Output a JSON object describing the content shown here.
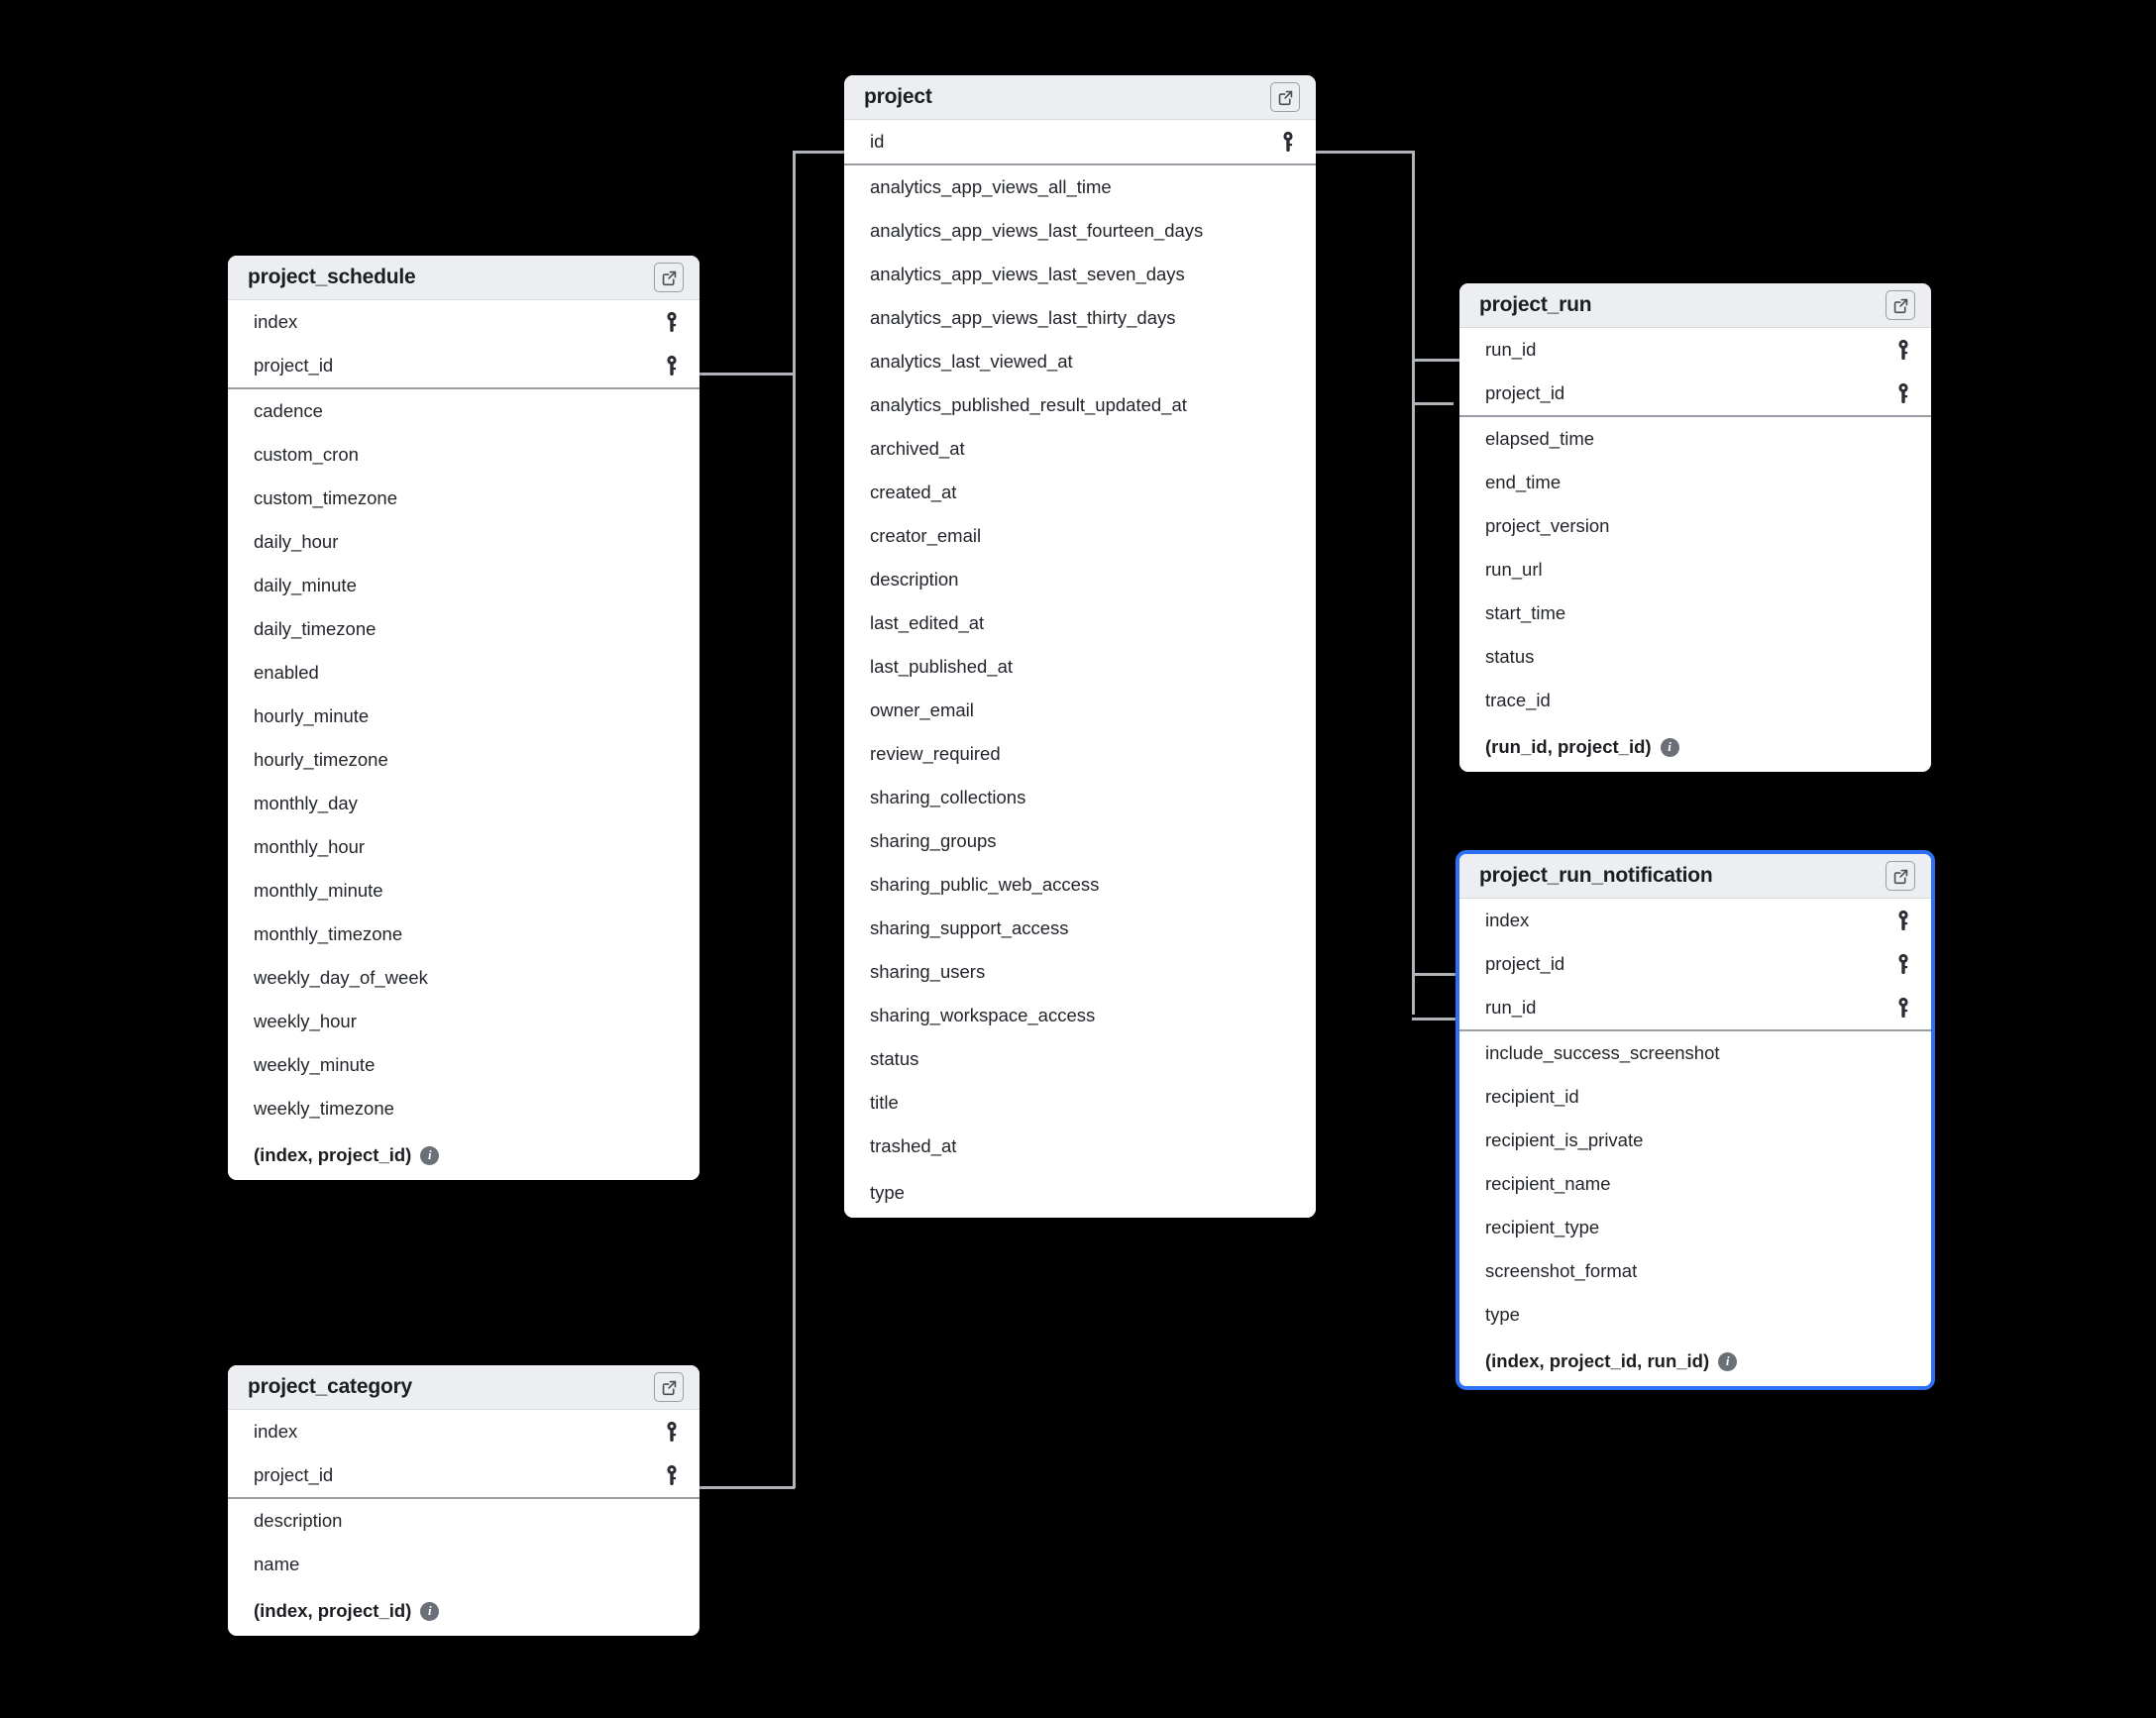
{
  "diagram": {
    "kind": "entity-relationship-schema",
    "canvas_background": "#000000",
    "edge_color": "#b0b3b8",
    "selection_color": "#2d6ff7",
    "header_background": "#eceef1",
    "icons": {
      "open_in_new": "external-link-icon",
      "primary_key": "key-icon",
      "composite_key_info": "info-icon"
    }
  },
  "tables": [
    {
      "id": "project_schedule",
      "title": "project_schedule",
      "selected": false,
      "keys": [
        {
          "name": "index",
          "primary": true
        },
        {
          "name": "project_id",
          "primary": true
        }
      ],
      "fields": [
        "cadence",
        "custom_cron",
        "custom_timezone",
        "daily_hour",
        "daily_minute",
        "daily_timezone",
        "enabled",
        "hourly_minute",
        "hourly_timezone",
        "monthly_day",
        "monthly_hour",
        "monthly_minute",
        "monthly_timezone",
        "weekly_day_of_week",
        "weekly_hour",
        "weekly_minute",
        "weekly_timezone"
      ],
      "footer": "(index, project_id)"
    },
    {
      "id": "project",
      "title": "project",
      "selected": false,
      "keys": [
        {
          "name": "id",
          "primary": true
        }
      ],
      "fields": [
        "analytics_app_views_all_time",
        "analytics_app_views_last_fourteen_days",
        "analytics_app_views_last_seven_days",
        "analytics_app_views_last_thirty_days",
        "analytics_last_viewed_at",
        "analytics_published_result_updated_at",
        "archived_at",
        "created_at",
        "creator_email",
        "description",
        "last_edited_at",
        "last_published_at",
        "owner_email",
        "review_required",
        "sharing_collections",
        "sharing_groups",
        "sharing_public_web_access",
        "sharing_support_access",
        "sharing_users",
        "sharing_workspace_access",
        "status",
        "title",
        "trashed_at",
        "type"
      ],
      "footer": null
    },
    {
      "id": "project_run",
      "title": "project_run",
      "selected": false,
      "keys": [
        {
          "name": "run_id",
          "primary": true
        },
        {
          "name": "project_id",
          "primary": true
        }
      ],
      "fields": [
        "elapsed_time",
        "end_time",
        "project_version",
        "run_url",
        "start_time",
        "status",
        "trace_id"
      ],
      "footer": "(run_id, project_id)"
    },
    {
      "id": "project_run_notification",
      "title": "project_run_notification",
      "selected": true,
      "keys": [
        {
          "name": "index",
          "primary": true
        },
        {
          "name": "project_id",
          "primary": true
        },
        {
          "name": "run_id",
          "primary": true
        }
      ],
      "fields": [
        "include_success_screenshot",
        "recipient_id",
        "recipient_is_private",
        "recipient_name",
        "recipient_type",
        "screenshot_format",
        "type"
      ],
      "footer": "(index, project_id, run_id)"
    },
    {
      "id": "project_category",
      "title": "project_category",
      "selected": false,
      "keys": [
        {
          "name": "index",
          "primary": true
        },
        {
          "name": "project_id",
          "primary": true
        }
      ],
      "fields": [
        "description",
        "name"
      ],
      "footer": "(index, project_id)"
    }
  ],
  "relationships": [
    {
      "from": "project.id",
      "to": "project_schedule.project_id"
    },
    {
      "from": "project.id",
      "to": "project_category.project_id"
    },
    {
      "from": "project.id",
      "to": "project_run.run_id"
    },
    {
      "from": "project.id",
      "to": "project_run.project_id"
    },
    {
      "from": "project.id",
      "to": "project_run_notification.project_id"
    },
    {
      "from": "project.id",
      "to": "project_run_notification.run_id"
    }
  ]
}
